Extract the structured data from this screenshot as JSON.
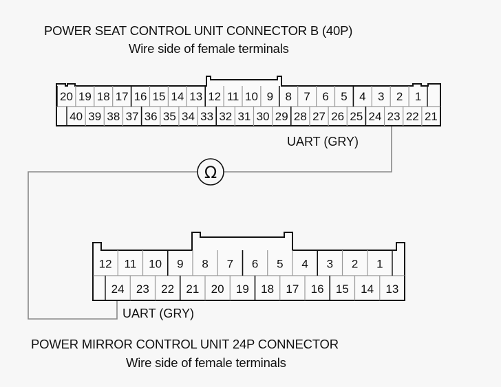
{
  "top_connector": {
    "title": "POWER SEAT CONTROL UNIT CONNECTOR B (40P)",
    "subtitle": "Wire side of female terminals",
    "row1_pins": [
      "20",
      "19",
      "18",
      "17",
      "16",
      "15",
      "14",
      "13",
      "12",
      "11",
      "10",
      "9",
      "8",
      "7",
      "6",
      "5",
      "4",
      "3",
      "2",
      "1"
    ],
    "row2_pins": [
      "40",
      "39",
      "38",
      "37",
      "36",
      "35",
      "34",
      "33",
      "32",
      "31",
      "30",
      "29",
      "28",
      "27",
      "26",
      "25",
      "24",
      "23",
      "22",
      "21"
    ],
    "probe_pin": "23",
    "wire_label": "UART (GRY)"
  },
  "meter": {
    "symbol": "Ω",
    "icon": "ohmmeter-icon"
  },
  "bottom_connector": {
    "title": "POWER MIRROR CONTROL UNIT 24P CONNECTOR",
    "subtitle": "Wire side of female terminals",
    "row1_pins": [
      "12",
      "11",
      "10",
      "9",
      "8",
      "7",
      "6",
      "5",
      "4",
      "3",
      "2",
      "1"
    ],
    "row2_pins": [
      "24",
      "23",
      "22",
      "21",
      "20",
      "19",
      "18",
      "17",
      "16",
      "15",
      "14",
      "13"
    ],
    "probe_pin": "24",
    "wire_label": "UART (GRY)"
  },
  "colors": {
    "background": "#f7f7f7",
    "line": "#111111",
    "wire": "#888888",
    "cell_divider": "#999999"
  }
}
